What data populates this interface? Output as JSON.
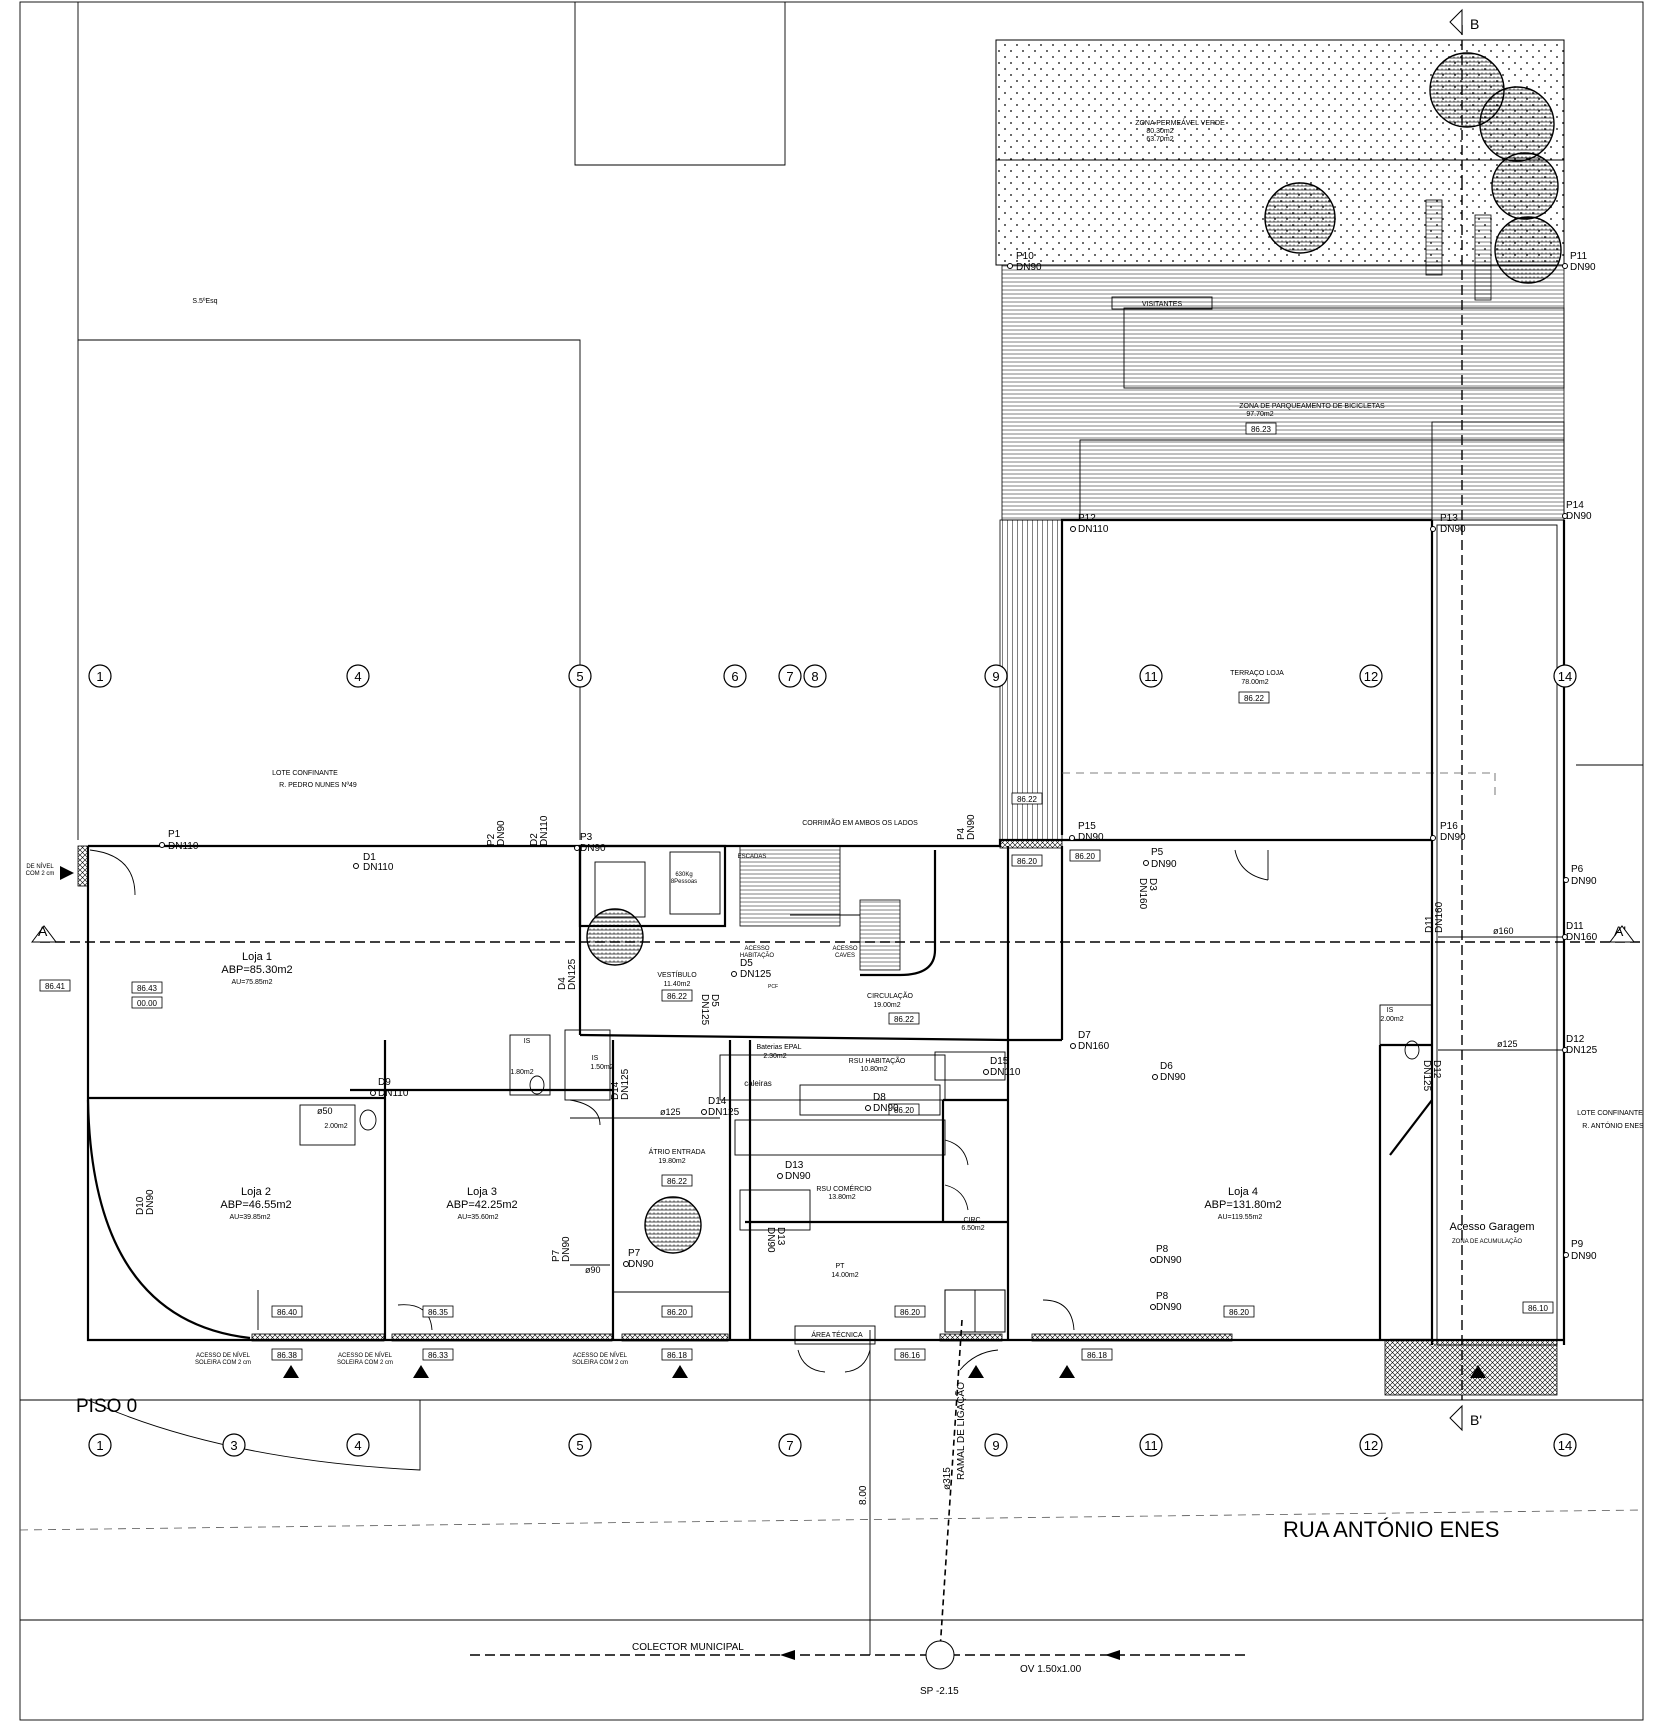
{
  "plan": {
    "floor_title": "PISO 0",
    "street": "RUA ANTÓNIO ENES",
    "neighbor_left": [
      "LOTE CONFINANTE",
      "R. PEDRO NUNES Nº49"
    ],
    "neighbor_right": [
      "LOTE CONFINANTE",
      "R. ANTÓNIO ENES"
    ],
    "s5": "S.5ºEsq",
    "grid_top": [
      "1",
      "4",
      "5",
      "6",
      "7",
      "8",
      "9",
      "11",
      "12",
      "14"
    ],
    "grid_bottom": [
      "1",
      "3",
      "4",
      "5",
      "7",
      "9",
      "11",
      "12",
      "14"
    ],
    "section_a": "A",
    "section_a2": "A'",
    "section_b": "B",
    "section_b2": "B'",
    "rooms": {
      "loja1": {
        "name": "Loja 1",
        "abp": "ABP=85.30m2",
        "au": "AU=75.85m2",
        "lvl1": "86.43",
        "lvl2": "00.00"
      },
      "loja2": {
        "name": "Loja 2",
        "abp": "ABP=46.55m2",
        "au": "AU=39.85m2",
        "lvl": "86.40"
      },
      "loja3": {
        "name": "Loja 3",
        "abp": "ABP=42.25m2",
        "au": "AU=35.60m2",
        "lvl": "86.35"
      },
      "loja4": {
        "name": "Loja 4",
        "abp": "ABP=131.80m2",
        "au": "AU=119.55m2",
        "lvl": "86.20"
      },
      "vestibulo": {
        "name": "VESTÍBULO",
        "area": "11.40m2",
        "lvl": "86.22"
      },
      "circulacao": {
        "name": "CIRCULAÇÃO",
        "area": "19.00m2",
        "lvl": "86.22"
      },
      "atrio": {
        "name": "ÁTRIO ENTRADA",
        "area": "19.80m2",
        "lvl": "86.22"
      },
      "rsu_hab": {
        "name": "RSU HABITAÇÃO",
        "area": "10.80m2",
        "lvl": "86.20"
      },
      "rsu_com": {
        "name": "RSU COMÉRCIO",
        "area": "13.80m2"
      },
      "pt": {
        "name": "PT",
        "area": "14.00m2"
      },
      "circ": {
        "name": "CIRC.",
        "area": "6.50m2"
      },
      "baterias": {
        "name": "Baterias EPAL",
        "area": "2.30m2"
      },
      "terraco": {
        "name": "TERRAÇO LOJA",
        "area": "78.00m2",
        "lvl": "86.22"
      },
      "zona_verde": {
        "name": "ZONA PERMEÁVEL VERDE",
        "area": "80.30m2",
        "area2": "63.70m2"
      },
      "bicicletas": {
        "name": "ZONA DE PARQUEAMENTO DE BICICLETAS",
        "area": "97.70m2",
        "lvl": "86.23"
      },
      "visitantes": "VISITANTES",
      "garagem": {
        "name": "Acesso Garagem",
        "sub": "ZONA DE ACUMULAÇÃO",
        "lvl": "86.10"
      },
      "is1": {
        "name": "IS",
        "area": "1.80m2"
      },
      "is2": {
        "name": "IS",
        "area": "1.50m2"
      },
      "is3": {
        "name": "IS",
        "area": "2.00m2"
      },
      "is4": {
        "name": "IS",
        "area": "2.00m2"
      },
      "area_tecnica": "ÁREA TÉCNICA",
      "escadas": "ESCADAS",
      "elevator": [
        "630Kg",
        "8Pessoas"
      ],
      "acesso_hab": [
        "ACESSO",
        "HABITAÇÃO"
      ],
      "acesso_caves": [
        "ACESSO",
        "CAVES"
      ],
      "corrimao": "CORRIMÃO EM AMBOS OS LADOS",
      "caleiras": "caleiras",
      "pcf": "PCF"
    },
    "levels": {
      "l_8641": "86.41",
      "l_8620a": "86.20",
      "l_8620b": "86.20",
      "l_8622": "86.22",
      "l_8620c": "86.20",
      "l_8638": "86.38",
      "l_8633": "86.33",
      "l_8618a": "86.18",
      "l_8618b": "86.18",
      "l_8616": "86.16",
      "l_8620d": "86.20",
      "l_8620e": "86.20",
      "l_8610b": "86.10"
    },
    "access": {
      "line1": "ACESSO DE NÍVEL",
      "line2": "SOLEIRA COM 2 cm",
      "left1": "DE NÍVEL",
      "left2": "COM 2 cm"
    },
    "pipes": {
      "p1": [
        "P1",
        "DN110"
      ],
      "p2": [
        "P2",
        "DN90"
      ],
      "d2": [
        "D2",
        "DN110"
      ],
      "p3": [
        "P3",
        "DN90"
      ],
      "d1": [
        "D1",
        "DN110"
      ],
      "p4": [
        "P4",
        "DN90"
      ],
      "p5": [
        "P5",
        "DN90"
      ],
      "d3": [
        "D3",
        "DN160"
      ],
      "p6": [
        "P6",
        "DN90"
      ],
      "p7a": [
        "P7",
        "DN90"
      ],
      "p7b": [
        "P7",
        "DN90"
      ],
      "p8a": [
        "P8",
        "DN90"
      ],
      "p8b": [
        "P8",
        "DN90"
      ],
      "p9": [
        "P9",
        "DN90"
      ],
      "p10": [
        "P10",
        "DN90"
      ],
      "p11": [
        "P11",
        "DN90"
      ],
      "p12": [
        "P12",
        "DN110"
      ],
      "p13": [
        "P13",
        "DN90"
      ],
      "p14": [
        "P14",
        "DN90"
      ],
      "p15": [
        "P15",
        "DN90"
      ],
      "p16": [
        "P16",
        "DN90"
      ],
      "d4": [
        "D4",
        "DN125"
      ],
      "d5": [
        "D5",
        "DN125"
      ],
      "d5b": [
        "D5",
        "DN125"
      ],
      "d6": [
        "D6",
        "DN90"
      ],
      "d7": [
        "D7",
        "DN160"
      ],
      "d8": [
        "D8",
        "DN90"
      ],
      "d9": [
        "D9",
        "DN110"
      ],
      "d10": [
        "D10",
        "DN90"
      ],
      "d11a": [
        "D11",
        "DN160"
      ],
      "d11b": [
        "D11",
        "DN160"
      ],
      "d12a": [
        "D12",
        "DN125"
      ],
      "d12b": [
        "D12",
        "DN125"
      ],
      "d13a": [
        "D13",
        "DN90"
      ],
      "d13b": [
        "D13",
        "DN90"
      ],
      "d14a": [
        "D14",
        "DN125"
      ],
      "d14b": [
        "D14",
        "DN125"
      ],
      "d15": [
        "D15",
        "DN110"
      ],
      "o160": "ø160",
      "o125a": "ø125",
      "o125b": "ø125",
      "o90": "ø90",
      "o50": "ø50"
    },
    "ramal": "RAMAL DE LIGAÇÃO",
    "ramal_dia": "ø315",
    "dim_8": "8.00",
    "collector": "COLECTOR MUNICIPAL",
    "ov": "OV 1.50x1.00",
    "sp": "SP -2.15"
  }
}
